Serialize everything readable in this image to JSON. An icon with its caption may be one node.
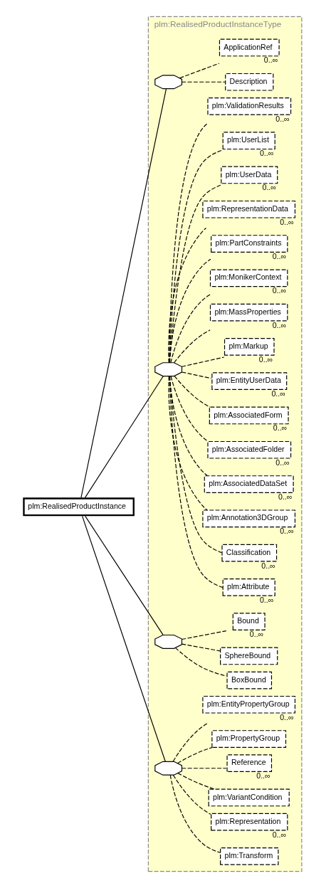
{
  "diagram": {
    "nodes": [
      {
        "text": [
          "plm:RealisedProductInstance"
        ]
      },
      {
        "text": [
          "plm:RealisedProductInstanceType"
        ]
      },
      {
        "text": [],
        "shape": "octagon",
        "in": 1
      },
      {
        "text": [
          "Description"
        ],
        "in": 1
      },
      {
        "text": [
          "ApplicationRef"
        ],
        "beside": [
          "0..∞"
        ],
        "in": 1
      },
      {
        "text": [],
        "shape": "octagon",
        "in": 1
      },
      {
        "text": [
          "plm:Attribute"
        ],
        "beside": [
          "0..∞"
        ],
        "in": 1
      },
      {
        "text": [
          "Classification"
        ],
        "beside": [
          "0..∞"
        ],
        "in": 1
      },
      {
        "text": [
          "plm:Annotation3DGroup"
        ],
        "beside": [
          "0..∞"
        ],
        "in": 1
      },
      {
        "text": [
          "plm:AssociatedDataSet"
        ],
        "beside": [
          "0..∞"
        ],
        "in": 1
      },
      {
        "text": [
          "plm:AssociatedFolder"
        ],
        "beside": [
          "0..∞"
        ],
        "in": 1
      },
      {
        "text": [
          "plm:AssociatedForm"
        ],
        "beside": [
          "0..∞"
        ],
        "in": 1
      },
      {
        "text": [
          "plm:EntityUserData"
        ],
        "beside": [
          "0..∞"
        ],
        "in": 1
      },
      {
        "text": [
          "plm:Markup"
        ],
        "beside": [
          "0..∞"
        ],
        "in": 1
      },
      {
        "text": [
          "plm:MassProperties"
        ],
        "beside": [
          "0..∞"
        ],
        "in": 1
      },
      {
        "text": [
          "plm:MonikerContext"
        ],
        "beside": [
          "0..∞"
        ],
        "in": 1
      },
      {
        "text": [
          "plm:PartConstraints"
        ],
        "beside": [
          "0..∞"
        ],
        "in": 1
      },
      {
        "text": [
          "plm:RepresentationData"
        ],
        "beside": [
          "0..∞"
        ],
        "in": 1
      },
      {
        "text": [
          "plm:UserData"
        ],
        "beside": [
          "0..∞"
        ],
        "in": 1
      },
      {
        "text": [
          "plm:UserList"
        ],
        "beside": [
          "0..∞"
        ],
        "in": 1
      },
      {
        "text": [
          "plm:ValidationResults"
        ],
        "beside": [
          "0..∞"
        ],
        "in": 1
      },
      {
        "text": [],
        "shape": "octagon",
        "in": 1
      },
      {
        "text": [
          "BoxBound"
        ],
        "in": 1
      },
      {
        "text": [
          "SphereBound"
        ],
        "in": 1
      },
      {
        "text": [
          "Bound"
        ],
        "beside": [
          "0..∞"
        ],
        "in": 1
      },
      {
        "text": [],
        "shape": "octagon",
        "in": 1
      },
      {
        "text": [
          "plm:Transform"
        ],
        "in": 1
      },
      {
        "text": [
          "plm:Representation"
        ],
        "beside": [
          "0..∞"
        ],
        "in": 1
      },
      {
        "text": [
          "plm:VariantCondition"
        ],
        "in": 1
      },
      {
        "text": [
          "Reference"
        ],
        "beside": [
          "0..∞"
        ],
        "in": 1
      },
      {
        "text": [
          "plm:PropertyGroup"
        ],
        "in": 1
      },
      {
        "text": [
          "plm:EntityPropertyGroup"
        ],
        "beside": [
          "0..∞"
        ],
        "in": 1
      }
    ],
    "edges": [
      {
        "from": 0,
        "to": 2,
        "arrow": "none"
      },
      {
        "from": 0,
        "to": 5,
        "arrow": "none"
      },
      {
        "from": 0,
        "to": 21,
        "arrow": "none"
      },
      {
        "from": 0,
        "to": 25,
        "arrow": "none"
      },
      {
        "from": 2,
        "to": 3,
        "arrow": "none",
        "style": "dashed"
      },
      {
        "from": 2,
        "to": 4,
        "arrow": "none",
        "style": "dashed"
      },
      {
        "from": 5,
        "to": 6,
        "arrow": "none",
        "style": "dashed"
      },
      {
        "from": 5,
        "to": 7,
        "arrow": "none",
        "style": "dashed"
      },
      {
        "from": 5,
        "to": 8,
        "arrow": "none",
        "style": "dashed"
      },
      {
        "from": 5,
        "to": 9,
        "arrow": "none",
        "style": "dashed"
      },
      {
        "from": 5,
        "to": 10,
        "arrow": "none",
        "style": "dashed"
      },
      {
        "from": 5,
        "to": 11,
        "arrow": "none",
        "style": "dashed"
      },
      {
        "from": 5,
        "to": 12,
        "arrow": "none",
        "style": "dashed"
      },
      {
        "from": 5,
        "to": 13,
        "arrow": "none",
        "style": "dashed"
      },
      {
        "from": 5,
        "to": 14,
        "arrow": "none",
        "style": "dashed"
      },
      {
        "from": 5,
        "to": 15,
        "arrow": "none",
        "style": "dashed"
      },
      {
        "from": 5,
        "to": 16,
        "arrow": "none",
        "style": "dashed"
      },
      {
        "from": 5,
        "to": 17,
        "arrow": "none",
        "style": "dashed"
      },
      {
        "from": 5,
        "to": 18,
        "arrow": "none",
        "style": "dashed"
      },
      {
        "from": 5,
        "to": 19,
        "arrow": "none",
        "style": "dashed"
      },
      {
        "from": 5,
        "to": 20,
        "arrow": "none",
        "style": "dashed"
      },
      {
        "from": 21,
        "to": 22,
        "arrow": "none",
        "style": "dashed"
      },
      {
        "from": 21,
        "to": 23,
        "arrow": "none",
        "style": "dashed"
      },
      {
        "from": 21,
        "to": 24,
        "arrow": "none",
        "style": "dashed"
      },
      {
        "from": 25,
        "to": 26,
        "arrow": "none",
        "style": "dashed"
      },
      {
        "from": 25,
        "to": 27,
        "arrow": "none",
        "style": "dashed"
      },
      {
        "from": 25,
        "to": 28,
        "arrow": "none",
        "style": "dashed"
      },
      {
        "from": 25,
        "to": 29,
        "arrow": "none",
        "style": "dashed"
      },
      {
        "from": 25,
        "to": 30,
        "arrow": "none",
        "style": "dashed"
      },
      {
        "from": 25,
        "to": 31,
        "arrow": "none",
        "style": "dashed"
      }
    ]
  }
}
